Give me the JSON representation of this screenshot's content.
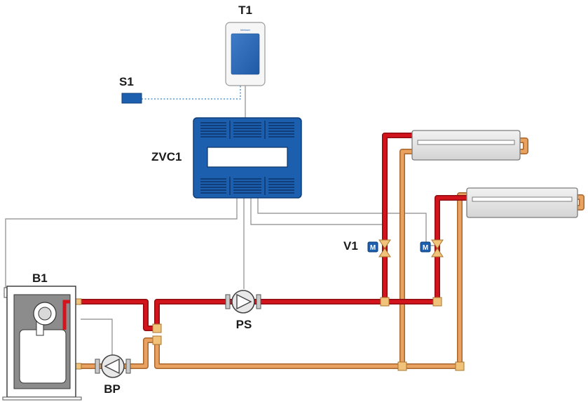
{
  "labels": {
    "thermostat": "T1",
    "sensor": "S1",
    "controller": "ZVC1",
    "valve": "V1",
    "boiler": "B1",
    "system_pump": "PS",
    "boiler_pump": "BP",
    "thermostat_brand": "Intesser",
    "valve_actuator_mark": "M",
    "valve_actuator_mark_2": "M"
  },
  "colors": {
    "supply_pipe": "#d4141c",
    "return_pipe": "#e9a260",
    "controller_blue": "#1b5fae",
    "screen_blue": "#2a66b3",
    "wire": "#8a8a8a",
    "sensor_link": "#2f80c6"
  },
  "icons": [
    "thermostat-icon",
    "sensor-icon",
    "controller-icon",
    "baseboard-heater-icon",
    "zone-valve-icon",
    "circulator-pump-icon",
    "boiler-icon"
  ]
}
